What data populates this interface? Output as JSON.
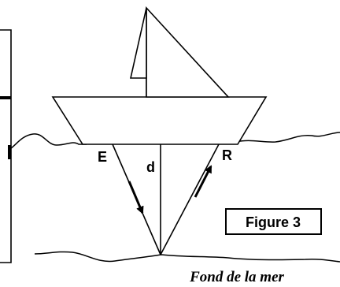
{
  "labels": {
    "emitter": "E",
    "receiver": "R",
    "depth": "d",
    "figure_title": "Figure 3",
    "sea_floor": "Fond de la mer"
  }
}
